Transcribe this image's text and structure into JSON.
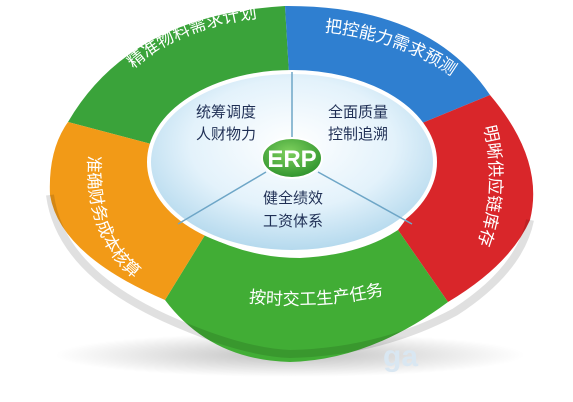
{
  "diagram": {
    "center_label": "ERP",
    "inner_sections": [
      {
        "key": "top_left",
        "lines": [
          "统筹调度",
          "人财物力"
        ]
      },
      {
        "key": "top_right",
        "lines": [
          "全面质量",
          "控制追溯"
        ]
      },
      {
        "key": "bottom",
        "lines": [
          "健全绩效",
          "工资体系"
        ]
      }
    ],
    "ring_segments": [
      {
        "key": "green_top",
        "label": "精准物料需求计划",
        "color": "#3aa33a"
      },
      {
        "key": "blue",
        "label": "把控能力需求预测",
        "color": "#2f7fd0"
      },
      {
        "key": "red",
        "label": "明晰供应链库存",
        "color": "#d9262a"
      },
      {
        "key": "green_bottom",
        "label": "按时交工生产任务",
        "color": "#41ad35"
      },
      {
        "key": "orange",
        "label": "准确财务成本核算",
        "color": "#f29a17"
      }
    ],
    "watermark": "ga"
  }
}
